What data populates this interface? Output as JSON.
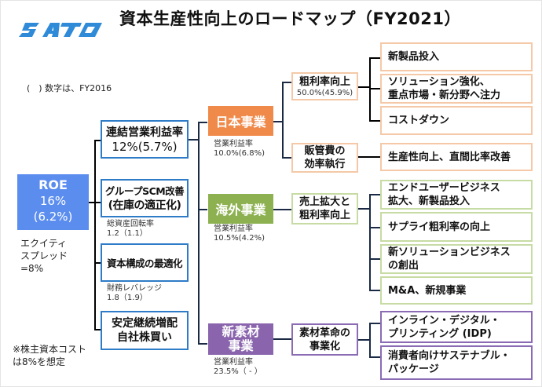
{
  "logo": {
    "text": "SATO",
    "color": "#2f8ad8"
  },
  "title": "資本生産性向上のロードマップ（FY2021）",
  "legend_note": "(　) 数字は、FY2016",
  "roe": {
    "label": "ROE",
    "value": "16%",
    "prev": "(6.2%)",
    "color": "#5b8def"
  },
  "equity_spread": [
    "エクイティ",
    "スプレッド",
    "=8%"
  ],
  "cost_note": [
    "※株主資本コスト",
    "は8%を想定"
  ],
  "drivers": [
    {
      "label": "連結営業利益率",
      "value": "12%(5.7%)"
    },
    {
      "label": "グループSCM改善",
      "label2": "(在庫の適正化)",
      "sub_label": "総資産回転率",
      "sub_value": "1.2（1.1）"
    },
    {
      "label": "資本構成の最適化",
      "sub_label": "財務レバレッジ",
      "sub_value": "1.8（1.9）"
    },
    {
      "label": "安定継続増配",
      "label2": "自社株買い"
    }
  ],
  "segments": [
    {
      "label": "日本事業",
      "sub_label": "営業利益率",
      "sub_value": "10.0%(6.8%)",
      "color": "#f08a4b"
    },
    {
      "label": "海外事業",
      "sub_label": "営業利益率",
      "sub_value": "10.5%(4.2%)",
      "color": "#8db150"
    },
    {
      "label": "新素材",
      "label2": "事業",
      "sub_label": "営業利益率",
      "sub_value": "23.5%（ - ）",
      "color": "#8a65ad"
    }
  ],
  "strategies": {
    "japan_gross": {
      "label": "粗利率向上",
      "value": "50.0%(45.9%)"
    },
    "japan_sga": {
      "line1": "販管費の",
      "line2": "効率執行"
    },
    "overseas": {
      "line1": "売上拡大と",
      "line2": "粗利率向上"
    },
    "materials": {
      "line1": "素材革命の",
      "line2": "事業化"
    }
  },
  "actions": {
    "japan": [
      [
        "新製品投入"
      ],
      [
        "ソリューション強化、",
        "重点市場・新分野へ注力"
      ],
      [
        "コストダウン"
      ],
      [
        "生産性向上、直間比率改善"
      ]
    ],
    "overseas": [
      [
        "エンドユーザービジネス",
        "拡大、新製品投入"
      ],
      [
        "サプライ粗利率の向上"
      ],
      [
        "新ソリューションビジネス",
        "の創出"
      ],
      [
        "M&A、新規事業"
      ]
    ],
    "materials": [
      [
        "インライン・デジタル・",
        "プリンティング (IDP)"
      ],
      [
        "消費者向けサステナブル・",
        "パッケージ"
      ]
    ]
  }
}
